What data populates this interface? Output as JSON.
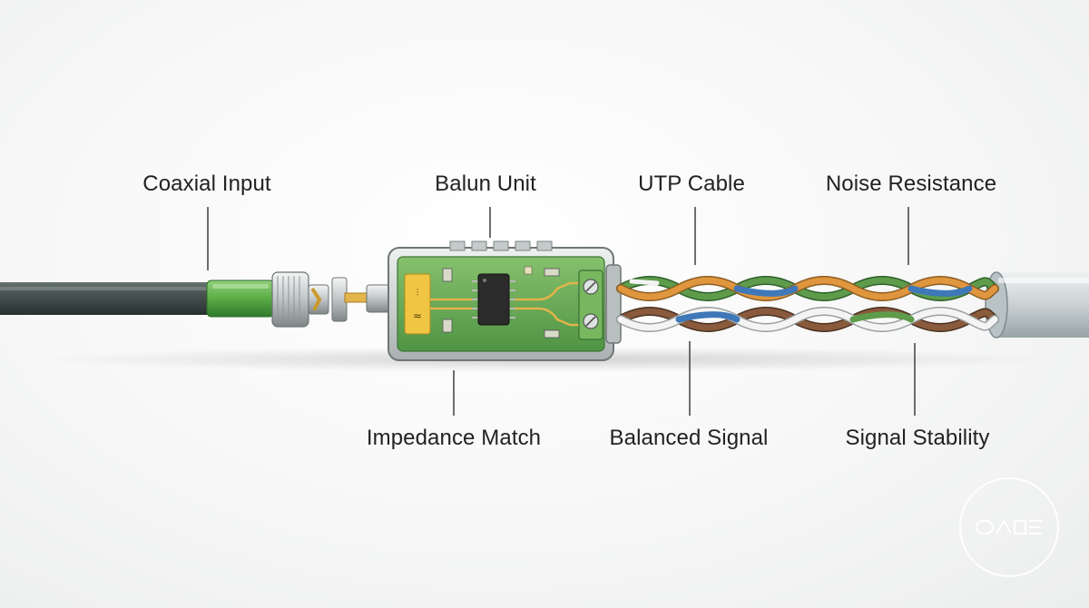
{
  "labels": {
    "coaxial_input": "Coaxial Input",
    "balun_unit": "Balun Unit",
    "utp_cable": "UTP Cable",
    "noise_resistance": "Noise Resistance",
    "impedance_match": "Impedance Match",
    "balanced_signal": "Balanced Signal",
    "signal_stability": "Signal Stability"
  },
  "colors": {
    "coax_jacket": "#3e4a4a",
    "green_sleeve": "#5fb04a",
    "pcb_green": "#6fae5a",
    "chip": "#2b2b2b",
    "trace_gold": "#d9a33a",
    "wire_green": "#5e9c4c",
    "wire_orange": "#e0963e",
    "wire_blue": "#3f78b8",
    "wire_brown": "#8a5a3c",
    "wire_white": "#f4f4f4",
    "utp_jacket": "#c9d1d3",
    "leader_line": "#4a4a4a"
  },
  "icons": [
    "bnc-connector-icon",
    "ic-chip-icon",
    "screw-terminal-icon",
    "watermark-logo-icon"
  ]
}
